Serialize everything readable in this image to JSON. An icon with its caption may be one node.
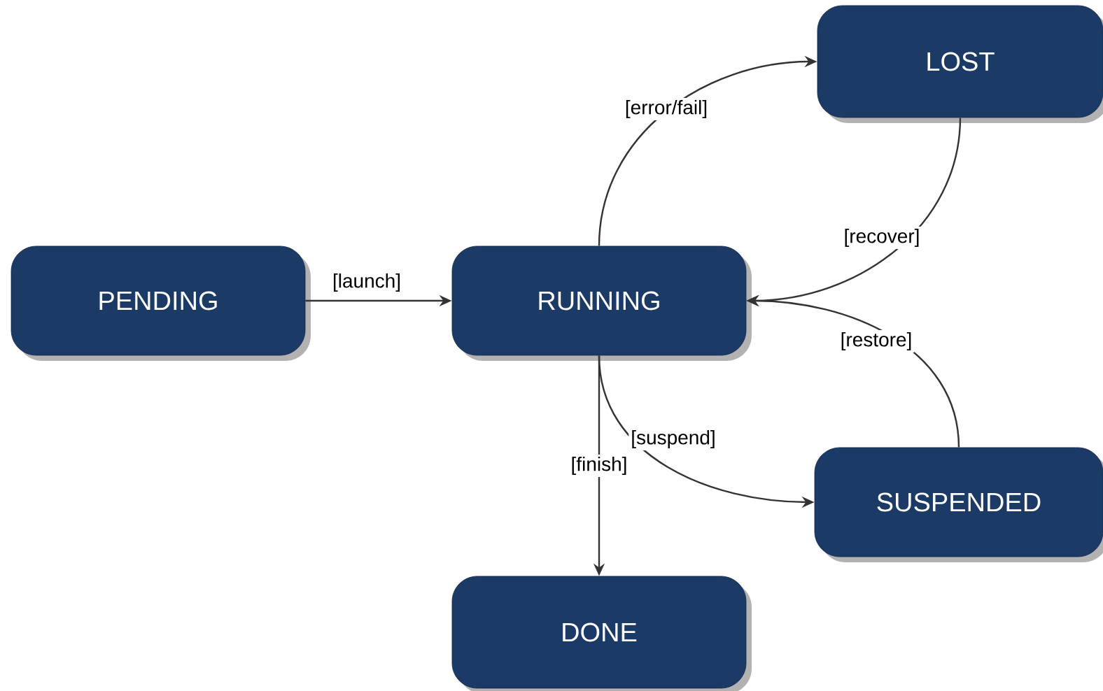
{
  "diagram": {
    "nodes": [
      {
        "text": [
          "LOST"
        ]
      },
      {
        "text": [
          "PENDING"
        ]
      },
      {
        "text": [
          "RUNNING"
        ]
      },
      {
        "text": [
          "SUSPENDED"
        ]
      },
      {
        "text": [
          "DONE"
        ]
      }
    ],
    "edges": [
      {
        "from": 1,
        "to": 2,
        "arrow": "to",
        "label": "[launch]"
      },
      {
        "from": 2,
        "to": 0,
        "arrow": "to",
        "label": "[error/fail]"
      },
      {
        "from": 0,
        "to": 2,
        "arrow": "to",
        "label": "[recover]"
      },
      {
        "from": 3,
        "to": 2,
        "arrow": "to",
        "label": "[restore]"
      },
      {
        "from": 2,
        "to": 3,
        "arrow": "to",
        "label": "[suspend]"
      },
      {
        "from": 2,
        "to": 4,
        "arrow": "to",
        "label": "[finish]"
      }
    ]
  }
}
